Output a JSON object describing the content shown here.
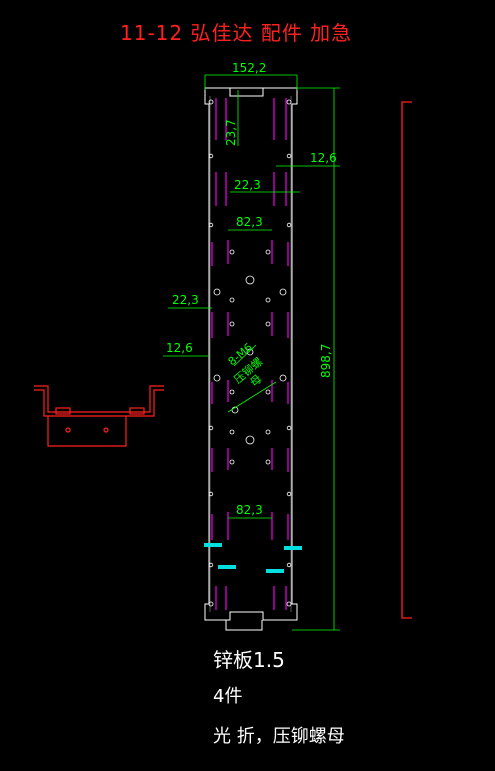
{
  "header": {
    "title": "11-12  弘佳达  配件  加急"
  },
  "dimensions": {
    "top_width": "152,2",
    "top_offset": "23,7",
    "right_edge": "12,6",
    "inner_gap": "22,3",
    "center_span": "82,3",
    "left_gap": "22,3",
    "left_edge": "12,6",
    "total_height": "898,7",
    "bottom_span": "82,3"
  },
  "callout": {
    "line1": "8-M6",
    "line2": "压铆螺",
    "line3": "母"
  },
  "notes": {
    "material": "锌板1.5",
    "quantity": "4件",
    "process": "光 折，压铆螺母"
  },
  "colors": {
    "outline": "#ffffff",
    "dimension": "#00ff00",
    "title": "#ff2020",
    "slot": "#d000d0",
    "marker": "#00e0e0",
    "profile": "#ff2020"
  }
}
